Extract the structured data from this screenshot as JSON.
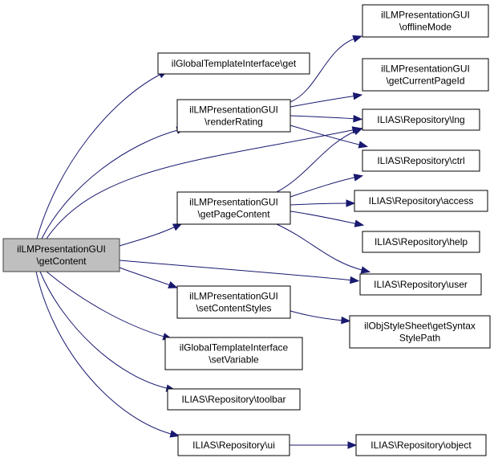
{
  "diagram": {
    "type": "call-graph",
    "colors": {
      "edge": "#191970",
      "root_fill": "#bfbfbf",
      "node_fill": "#ffffff",
      "node_border": "#000000"
    },
    "nodes": [
      {
        "id": "root",
        "lines": [
          "ilLMPresentationGUI",
          "\\getContent"
        ],
        "root": true
      },
      {
        "id": "gti_get",
        "lines": [
          "ilGlobalTemplateInterface\\get"
        ]
      },
      {
        "id": "renderRating",
        "lines": [
          "ilLMPresentationGUI",
          "\\renderRating"
        ]
      },
      {
        "id": "getPageContent",
        "lines": [
          "ilLMPresentationGUI",
          "\\getPageContent"
        ]
      },
      {
        "id": "setContentStyles",
        "lines": [
          "ilLMPresentationGUI",
          "\\setContentStyles"
        ]
      },
      {
        "id": "setVariable",
        "lines": [
          "ilGlobalTemplateInterface",
          "\\setVariable"
        ]
      },
      {
        "id": "toolbar",
        "lines": [
          "ILIAS\\Repository\\toolbar"
        ]
      },
      {
        "id": "ui",
        "lines": [
          "ILIAS\\Repository\\ui"
        ]
      },
      {
        "id": "offlineMode",
        "lines": [
          "ilLMPresentationGUI",
          "\\offlineMode"
        ]
      },
      {
        "id": "getCurrentPageId",
        "lines": [
          "ilLMPresentationGUI",
          "\\getCurrentPageId"
        ]
      },
      {
        "id": "lng",
        "lines": [
          "ILIAS\\Repository\\lng"
        ]
      },
      {
        "id": "ctrl",
        "lines": [
          "ILIAS\\Repository\\ctrl"
        ]
      },
      {
        "id": "access",
        "lines": [
          "ILIAS\\Repository\\access"
        ]
      },
      {
        "id": "help",
        "lines": [
          "ILIAS\\Repository\\help"
        ]
      },
      {
        "id": "user",
        "lines": [
          "ILIAS\\Repository\\user"
        ]
      },
      {
        "id": "syntaxStylePath",
        "lines": [
          "ilObjStyleSheet\\getSyntax",
          "StylePath"
        ]
      },
      {
        "id": "object",
        "lines": [
          "ILIAS\\Repository\\object"
        ]
      }
    ],
    "edges": [
      {
        "from": "root",
        "to": "gti_get"
      },
      {
        "from": "root",
        "to": "renderRating"
      },
      {
        "from": "root",
        "to": "lng"
      },
      {
        "from": "root",
        "to": "getPageContent"
      },
      {
        "from": "root",
        "to": "user"
      },
      {
        "from": "root",
        "to": "setContentStyles"
      },
      {
        "from": "root",
        "to": "setVariable"
      },
      {
        "from": "root",
        "to": "toolbar"
      },
      {
        "from": "root",
        "to": "ui"
      },
      {
        "from": "renderRating",
        "to": "offlineMode"
      },
      {
        "from": "renderRating",
        "to": "getCurrentPageId"
      },
      {
        "from": "renderRating",
        "to": "lng"
      },
      {
        "from": "renderRating",
        "to": "ctrl"
      },
      {
        "from": "getPageContent",
        "to": "lng"
      },
      {
        "from": "getPageContent",
        "to": "ctrl"
      },
      {
        "from": "getPageContent",
        "to": "access"
      },
      {
        "from": "getPageContent",
        "to": "help"
      },
      {
        "from": "getPageContent",
        "to": "user"
      },
      {
        "from": "setContentStyles",
        "to": "syntaxStylePath"
      },
      {
        "from": "ui",
        "to": "object"
      }
    ]
  }
}
